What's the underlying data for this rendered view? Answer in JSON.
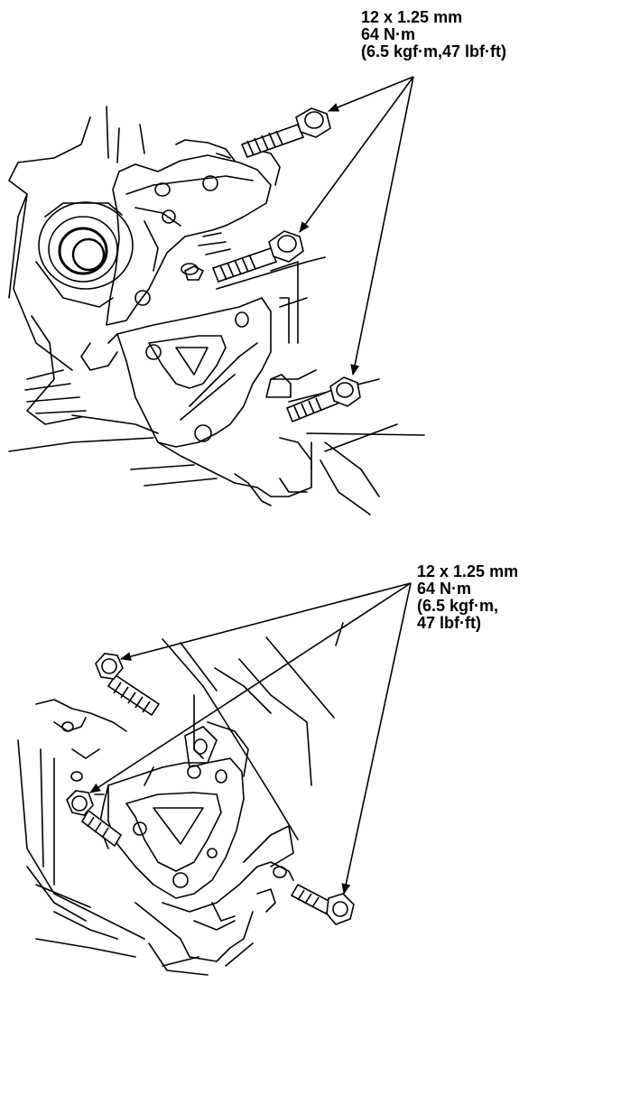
{
  "callouts": {
    "top": {
      "size": "12 x 1.25 mm",
      "torque": "64 N·m",
      "imperial": "(6.5 kgf·m,47 lbf·ft)"
    },
    "bottom": {
      "size": "12 x 1.25 mm",
      "torque": "64 N·m",
      "imperial_1": "(6.5 kgf·m,",
      "imperial_2": "47 lbf·ft)"
    }
  },
  "colors": {
    "ink": "#000000",
    "paper": "#ffffff"
  }
}
